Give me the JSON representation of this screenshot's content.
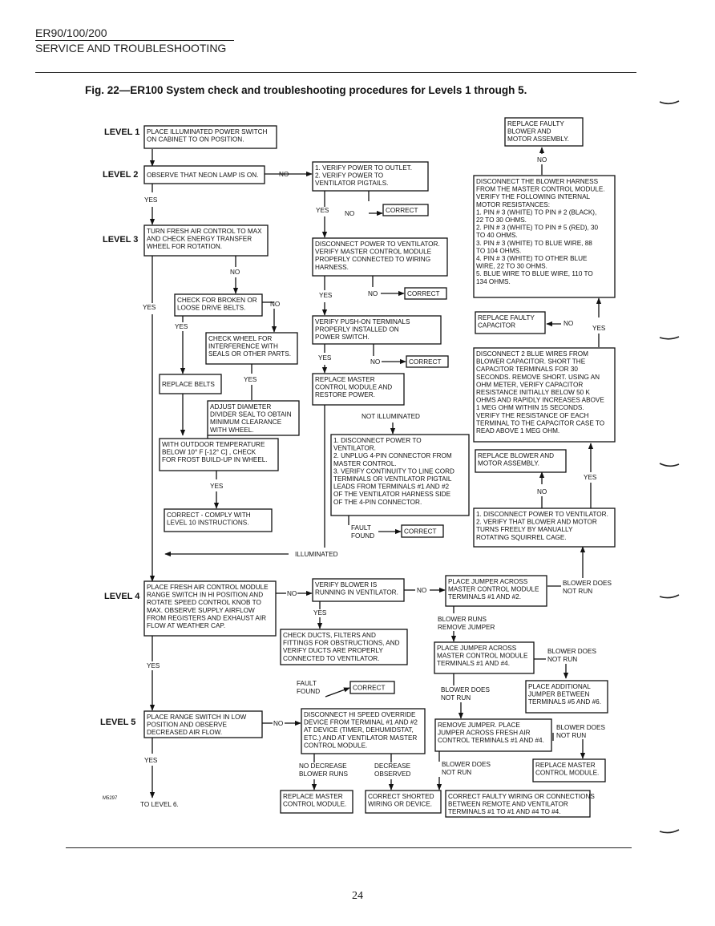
{
  "header": {
    "model": "ER90/100/200",
    "section": "SERVICE AND TROUBLESHOOTING"
  },
  "caption": "Fig. 22—ER100 System check and troubleshooting procedures for Levels 1 through 5.",
  "levels": {
    "l1": "LEVEL 1",
    "l2": "LEVEL 2",
    "l3": "LEVEL 3",
    "l4": "LEVEL 4",
    "l5": "LEVEL 5"
  },
  "boxes": {
    "b1": [
      "PLACE ILLUMINATED POWER SWITCH",
      "ON CABINET TO ON POSITION."
    ],
    "b2": [
      "OBSERVE THAT NEON LAMP IS ON."
    ],
    "b3": [
      "1. VERIFY POWER TO OUTLET.",
      "2. VERIFY POWER TO",
      "    VENTILATOR PIGTAILS."
    ],
    "b4": [
      "CORRECT"
    ],
    "b5": [
      "TURN FRESH AIR CONTROL TO MAX",
      "AND CHECK ENERGY TRANSFER",
      "WHEEL FOR ROTATION."
    ],
    "b6": [
      "DISCONNECT POWER TO VENTILATOR.",
      "VERIFY MASTER CONTROL MODULE",
      "PROPERLY CONNECTED TO WIRING",
      "HARNESS."
    ],
    "b7": [
      "CORRECT"
    ],
    "b8": [
      "CHECK FOR BROKEN OR",
      "LOOSE DRIVE BELTS."
    ],
    "b9": [
      "VERIFY PUSH-ON TERMINALS",
      "PROPERLY INSTALLED ON",
      "POWER SWITCH."
    ],
    "b10": [
      "CHECK WHEEL FOR",
      "INTERFERENCE WITH",
      "SEALS OR OTHER PARTS."
    ],
    "b11": [
      "CORRECT"
    ],
    "b12": [
      "REPLACE BELTS"
    ],
    "b13": [
      "REPLACE MASTER",
      "CONTROL MODULE AND",
      "RESTORE POWER."
    ],
    "b14": [
      "ADJUST DIAMETER",
      "DIVIDER SEAL TO OBTAIN",
      "MINIMUM CLEARANCE",
      "WITH WHEEL."
    ],
    "b15": [
      "WITH OUTDOOR TEMPERATURE",
      "BELOW 10° F [-12° C] , CHECK",
      "FOR FROST BUILD-UP IN WHEEL."
    ],
    "b16": [
      "1. DISCONNECT POWER TO",
      "    VENTILATOR.",
      "2. UNPLUG 4-PIN CONNECTOR FROM",
      "    MASTER CONTROL.",
      "3. VERIFY CONTINUITY TO LINE CORD",
      "    TERMINALS OR VENTILATOR PIGTAIL",
      "    LEADS FROM TERMINALS #1 AND #2",
      "    OF THE VENTILATOR HARNESS SIDE",
      "    OF THE 4-PIN CONNECTOR."
    ],
    "b17": [
      "CORRECT - COMPLY WITH",
      "LEVEL 10 INSTRUCTIONS."
    ],
    "b18": [
      "CORRECT"
    ],
    "b19": [
      "REPLACE FAULTY",
      "BLOWER AND",
      "MOTOR ASSEMBLY."
    ],
    "b20": [
      "DISCONNECT THE BLOWER HARNESS",
      "FROM THE MASTER CONTROL MODULE.",
      "VERIFY THE FOLLOWING INTERNAL",
      "MOTOR RESISTANCES:",
      "1. PIN # 3 (WHITE) TO PIN # 2 (BLACK),",
      "    22 TO 30 OHMS.",
      "2. PIN # 3 (WHITE) TO PIN # 5 (RED), 30",
      "    TO 40 OHMS.",
      "3. PIN # 3 (WHITE) TO BLUE WIRE, 88",
      "    TO 104 OHMS.",
      "4. PIN # 3 (WHITE) TO OTHER BLUE",
      "    WIRE, 22 TO 30 OHMS.",
      "5. BLUE WIRE TO BLUE WIRE, 110 TO",
      "    134 OHMS."
    ],
    "b21": [
      "REPLACE FAULTY",
      "CAPACITOR"
    ],
    "b22": [
      "DISCONNECT 2 BLUE WIRES FROM",
      "BLOWER CAPACITOR. SHORT THE",
      "CAPACITOR TERMINALS FOR 30",
      "SECONDS. REMOVE SHORT. USING AN",
      "OHM METER, VERIFY CAPACITOR",
      "RESISTANCE INITIALLY BELOW 50 K",
      "OHMS AND RAPIDLY INCREASES ABOVE",
      "1 MEG OHM WITHIN 15 SECONDS.",
      "VERIFY THE RESISTANCE OF EACH",
      "TERMINAL TO THE CAPACITOR CASE TO",
      "READ ABOVE 1 MEG OHM."
    ],
    "b23": [
      "REPLACE BLOWER AND",
      "MOTOR ASSEMBLY."
    ],
    "b24": [
      "1. DISCONNECT POWER TO VENTILATOR.",
      "2. VERIFY THAT BLOWER AND MOTOR",
      "    TURNS FREELY BY MANUALLY",
      "    ROTATING SQUIRREL CAGE."
    ],
    "b25": [
      "PLACE FRESH AIR CONTROL MODULE",
      "RANGE SWITCH IN HI POSITION AND",
      "ROTATE SPEED CONTROL KNOB TO",
      "MAX. OBSERVE SUPPLY AIRFLOW",
      "FROM REGISTERS AND EXHAUST AIR",
      "FLOW AT WEATHER CAP."
    ],
    "b26": [
      "VERIFY BLOWER IS",
      "RUNNING IN VENTILATOR."
    ],
    "b27": [
      "PLACE JUMPER ACROSS",
      "MASTER CONTROL MODULE",
      "TERMINALS #1 AND #2."
    ],
    "b28": [
      "CHECK DUCTS, FILTERS AND",
      "FITTINGS FOR OBSTRUCTIONS, AND",
      "VERIFY DUCTS ARE PROPERLY",
      "CONNECTED TO VENTILATOR."
    ],
    "b29": [
      "PLACE JUMPER ACROSS",
      "MASTER CONTROL MODULE",
      "TERMINALS #1 AND #4."
    ],
    "b30": [
      "CORRECT"
    ],
    "b31": [
      "PLACE ADDITIONAL",
      "JUMPER BETWEEN",
      "TERMINALS #5 AND #6."
    ],
    "b32": [
      "PLACE RANGE SWITCH IN LOW",
      "POSITION AND OBSERVE",
      "DECREASED AIR FLOW."
    ],
    "b33": [
      "DISCONNECT HI SPEED OVERRIDE",
      "DEVICE FROM TERMINAL #1 AND #2",
      "AT DEVICE (TIMER, DEHUMIDSTAT,",
      "ETC.) AND AT VENTILATOR MASTER",
      "CONTROL MODULE."
    ],
    "b34": [
      "REMOVE JUMPER. PLACE",
      "JUMPER ACROSS FRESH AIR",
      "CONTROL TERMINALS #1 AND #4."
    ],
    "b35": [
      "REPLACE MASTER",
      "CONTROL MODULE."
    ],
    "b36": [
      "REPLACE MASTER",
      "CONTROL MODULE."
    ],
    "b37": [
      "CORRECT SHORTED",
      "WIRING OR DEVICE."
    ],
    "b38": [
      "CORRECT FAULTY WIRING OR CONNECTIONS",
      "BETWEEN REMOTE AND VENTILATOR",
      "TERMINALS #1 TO #1 AND #4 TO #4."
    ]
  },
  "labels": {
    "no": "NO",
    "yes": "YES",
    "not_illuminated": "NOT ILLUMINATED",
    "illuminated": "ILLUMINATED",
    "fault": "FAULT",
    "found": "FOUND",
    "blower_does": "BLOWER DOES",
    "not_run": "NOT RUN",
    "blower_runs": "BLOWER RUNS",
    "remove_jumper": "REMOVE JUMPER",
    "no_decrease": "NO DECREASE",
    "decrease": "DECREASE",
    "observed": "OBSERVED",
    "to_level_6": "TO LEVEL 6.",
    "code": "M5297"
  },
  "page_number": "24"
}
